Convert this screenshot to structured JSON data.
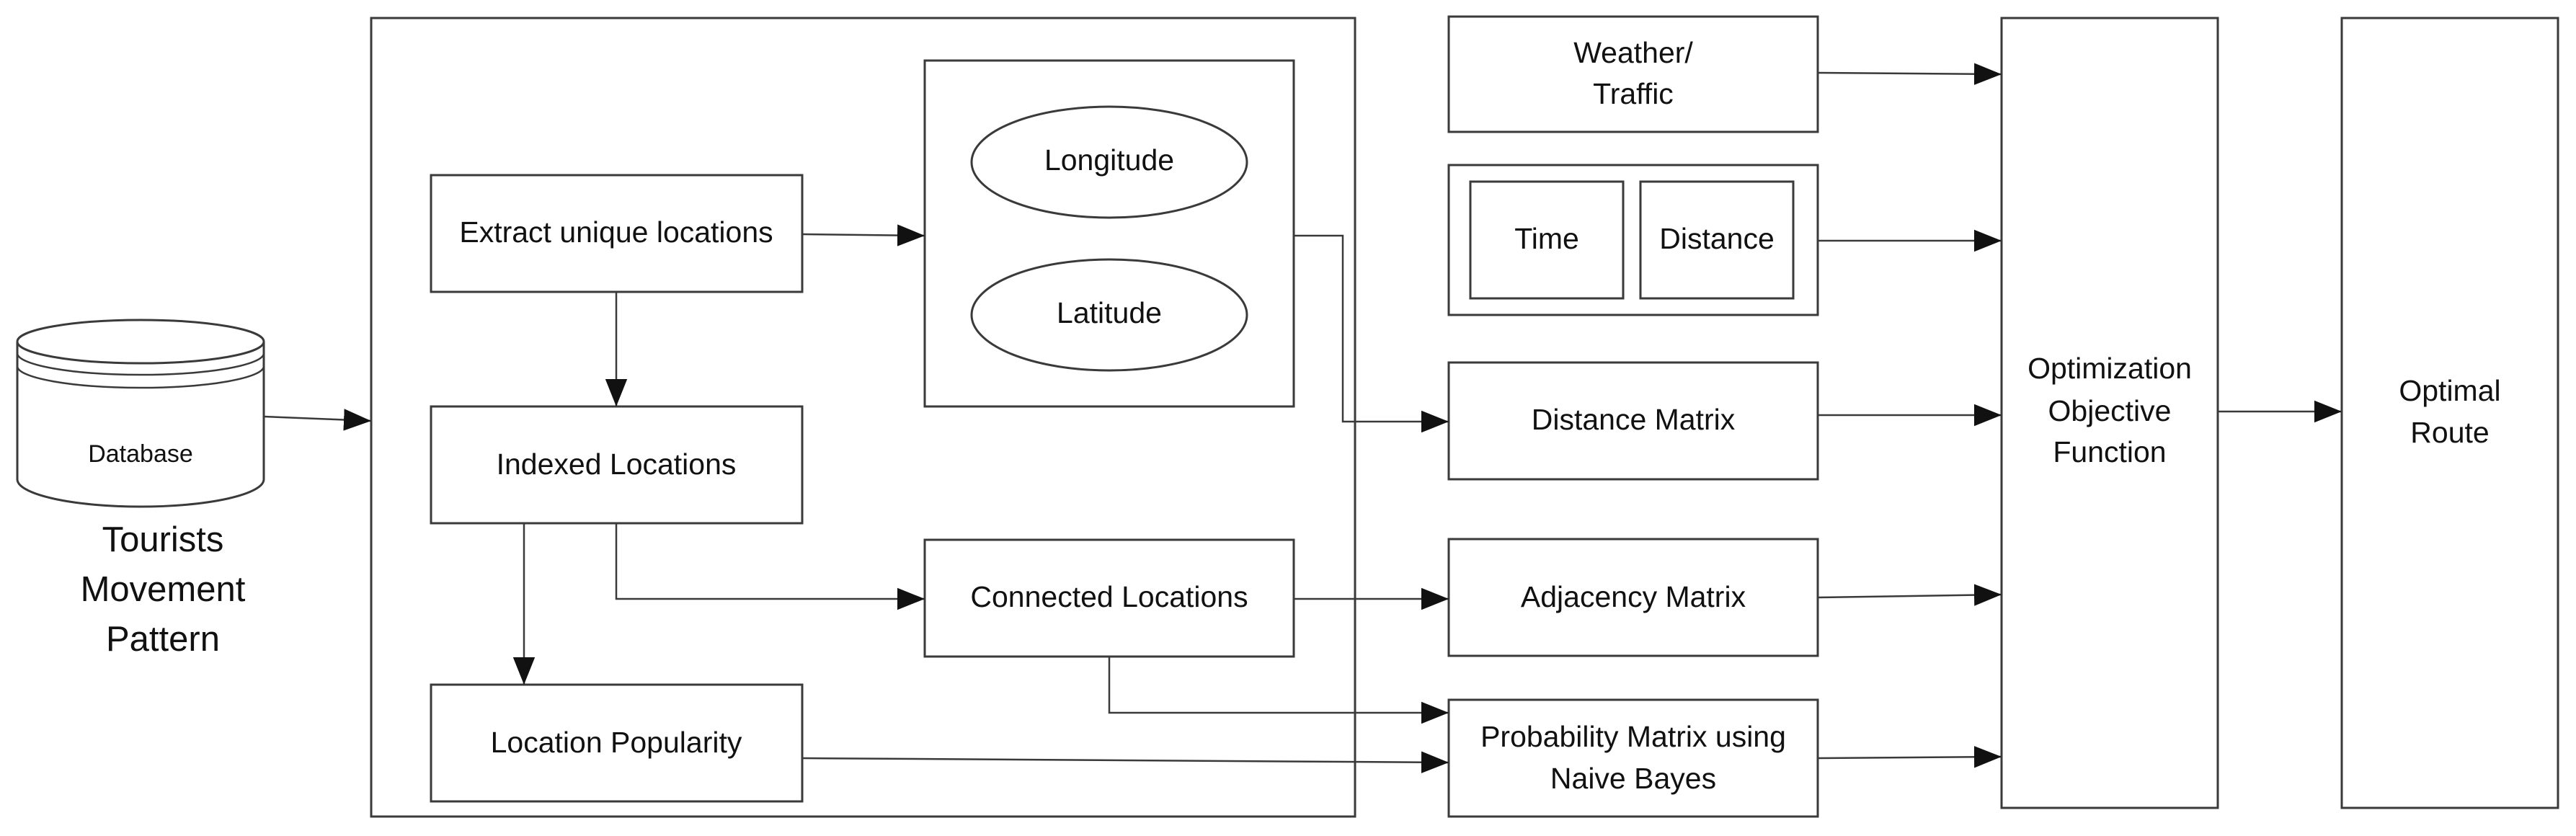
{
  "database": {
    "label": "Database",
    "caption_lines": [
      "Tourists",
      "Movement",
      "Pattern"
    ]
  },
  "processing": {
    "extract": "Extract unique locations",
    "indexed": "Indexed Locations",
    "popularity": "Location Popularity",
    "longitude": "Longitude",
    "latitude": "Latitude",
    "connected": "Connected Locations"
  },
  "inputs": {
    "weather_lines": [
      "Weather/",
      "Traffic"
    ],
    "time": "Time",
    "distance": "Distance",
    "distance_matrix": "Distance Matrix",
    "adjacency_matrix": "Adjacency Matrix",
    "probability_lines": [
      "Probability Matrix using",
      "Naive Bayes"
    ]
  },
  "optimization": {
    "lines": [
      "Optimization",
      "Objective",
      "Function"
    ]
  },
  "output": {
    "lines": [
      "Optimal",
      "Route"
    ]
  }
}
